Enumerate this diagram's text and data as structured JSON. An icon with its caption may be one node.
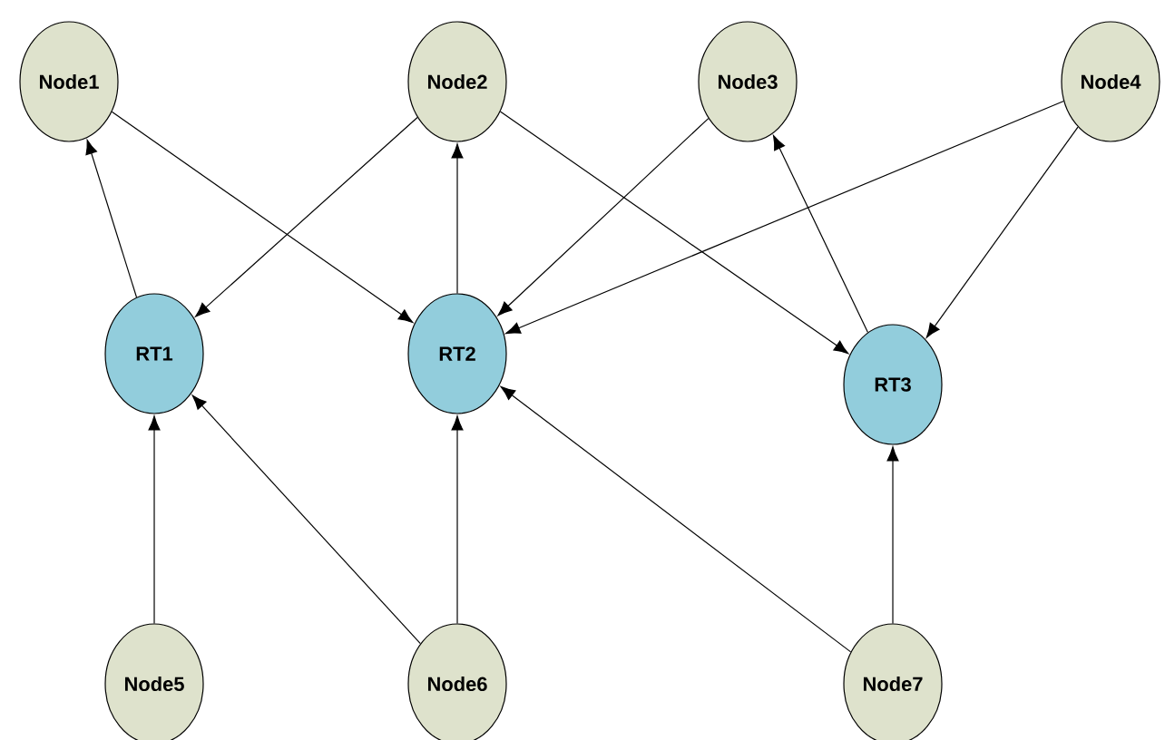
{
  "diagram": {
    "nodes": [
      {
        "text": [
          "Node1"
        ]
      },
      {
        "text": [
          "Node2"
        ]
      },
      {
        "text": [
          "Node3"
        ]
      },
      {
        "text": [
          "Node4"
        ]
      },
      {
        "text": [
          "RT1"
        ]
      },
      {
        "text": [
          "RT2"
        ]
      },
      {
        "text": [
          "RT3"
        ]
      },
      {
        "text": [
          "Node5"
        ]
      },
      {
        "text": [
          "Node6"
        ]
      },
      {
        "text": [
          "Node7"
        ]
      }
    ],
    "edges": [
      {
        "from": 4,
        "to": 0,
        "arrow": "to"
      },
      {
        "from": 0,
        "to": 5,
        "arrow": "to"
      },
      {
        "from": 1,
        "to": 4,
        "arrow": "to"
      },
      {
        "from": 5,
        "to": 1,
        "arrow": "to"
      },
      {
        "from": 1,
        "to": 6,
        "arrow": "to"
      },
      {
        "from": 2,
        "to": 5,
        "arrow": "to"
      },
      {
        "from": 6,
        "to": 2,
        "arrow": "to"
      },
      {
        "from": 3,
        "to": 5,
        "arrow": "to"
      },
      {
        "from": 3,
        "to": 6,
        "arrow": "to"
      },
      {
        "from": 7,
        "to": 4,
        "arrow": "to"
      },
      {
        "from": 8,
        "to": 4,
        "arrow": "to"
      },
      {
        "from": 8,
        "to": 5,
        "arrow": "to"
      },
      {
        "from": 9,
        "to": 5,
        "arrow": "to"
      },
      {
        "from": 9,
        "to": 6,
        "arrow": "to"
      }
    ]
  }
}
